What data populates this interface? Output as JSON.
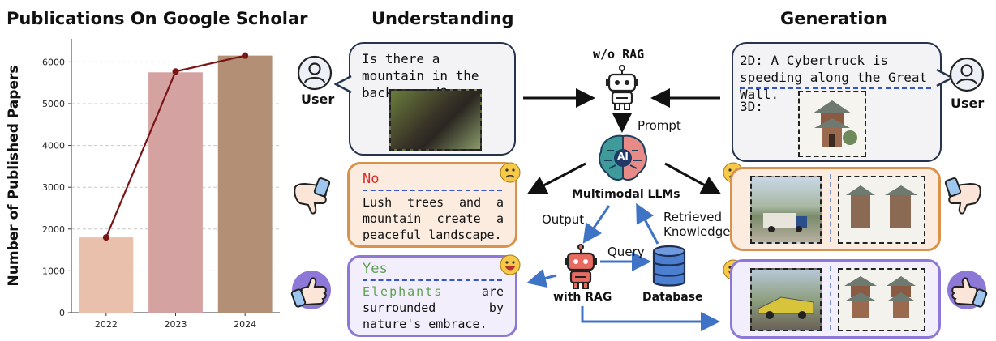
{
  "chart": {
    "title": "Publications On Google Scholar",
    "ylabel": "Number of Published Papers"
  },
  "chart_data": {
    "type": "bar",
    "title": "Publications On Google Scholar",
    "xlabel": "",
    "ylabel": "Number of Published Papers",
    "categories": [
      "2022",
      "2023",
      "2024"
    ],
    "values": [
      1800,
      5750,
      6150
    ],
    "line_values": [
      1800,
      5770,
      6150
    ],
    "bar_colors": [
      "#e8c0ac",
      "#d4a2a0",
      "#b28f75"
    ],
    "line_color": "#7a1515",
    "ylim": [
      0,
      6550
    ],
    "yticks": [
      0,
      1000,
      2000,
      3000,
      4000,
      5000,
      6000
    ],
    "grid": true
  },
  "sections": {
    "understanding": "Understanding",
    "generation": "Generation"
  },
  "left_user": {
    "label": "User",
    "question": "Is there a mountain in the background?"
  },
  "right_user": {
    "label": "User",
    "prompt_2d": "2D: A Cybertruck is speeding along the Great Wall.",
    "prompt_3d": "3D:"
  },
  "center": {
    "wo_rag": "w/o RAG",
    "prompt": "Prompt",
    "mllm_label": "Multimodal LLMs",
    "ai_text": "AI",
    "output": "Output",
    "retrieved": "Retrieved Knowledge",
    "query": "Query",
    "with_rag": "with RAG",
    "database": "Database"
  },
  "answer_no": {
    "head": "No",
    "body": "Lush trees and a mountain create a peaceful landscape."
  },
  "answer_yes": {
    "head": "Yes",
    "highlight": "Elephants",
    "body": " are surrounded by nature's embrace."
  },
  "colors": {
    "no_border": "#d9924c",
    "no_fill": "#fbecdf",
    "no_text": "#d92b2b",
    "yes_border": "#8d78d8",
    "yes_fill": "#f2eefb",
    "yes_text": "#5ea04e",
    "arrow_blue": "#3f73c6",
    "dash_blue": "#3656c8",
    "bubble_border": "#26334d"
  },
  "icons": [
    "user-icon",
    "robot-icon",
    "brain-icon",
    "database-icon",
    "thumbs-down-icon",
    "thumbs-up-icon",
    "sad-face-icon",
    "happy-face-icon"
  ]
}
